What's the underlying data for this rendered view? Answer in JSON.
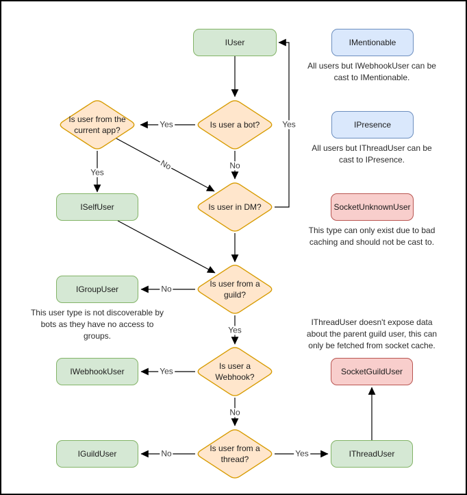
{
  "nodes": {
    "iuser": "IUser",
    "imentionable": "IMentionable",
    "ipresence": "IPresence",
    "socket_unknown_user": "SocketUnknownUser",
    "iself_user": "ISelfUser",
    "igroup_user": "IGroupUser",
    "iwebhook_user": "IWebhookUser",
    "iguild_user": "IGuildUser",
    "socket_guild_user": "SocketGuildUser",
    "ithread_user": "IThreadUser"
  },
  "decisions": {
    "is_bot": "Is user a bot?",
    "is_current_app": "Is user from the current app?",
    "is_dm": "Is user in DM?",
    "is_guild": "Is user from a guild?",
    "is_webhook": "Is user a Webhook?",
    "is_thread": "Is user from a thread?"
  },
  "edge_labels": {
    "yes": "Yes",
    "no": "No"
  },
  "notes": {
    "imentionable": "All users but IWebhookUser can be cast to IMentionable.",
    "ipresence": "All users but IThreadUser can be cast to IPresence.",
    "socket_unknown_user": "This type can only exist due to bad caching and should not be cast to.",
    "igroup_user": "This user type is not discoverable by bots as they have no access to groups.",
    "ithread_user": "IThreadUser doesn't expose data about the parent guild user, this can only be fetched from socket cache."
  },
  "colors": {
    "node_green_fill": "#d5e8d4",
    "node_green_stroke": "#82b366",
    "node_blue_fill": "#dae8fc",
    "node_blue_stroke": "#6c8ebf",
    "node_red_fill": "#f8cecc",
    "node_red_stroke": "#b85450",
    "decision_fill": "#ffe6cc",
    "decision_stroke": "#d79b00",
    "edge": "#000000",
    "frame_border": "#000000"
  }
}
